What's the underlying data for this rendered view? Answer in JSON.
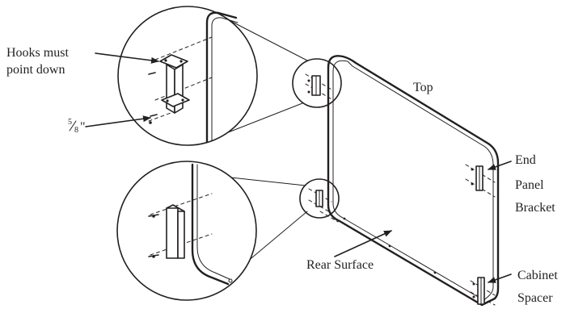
{
  "labels": {
    "hooks_line1": "Hooks must",
    "hooks_line2": "point down",
    "fraction_numerator": "5",
    "fraction_denominator": "8",
    "inch_mark": "\"",
    "top": "Top",
    "end_panel_line1": "End",
    "end_panel_line2": "Panel",
    "end_panel_line3": "Bracket",
    "rear_surface": "Rear Surface",
    "cabinet_line1": "Cabinet",
    "cabinet_line2": "Spacer"
  }
}
